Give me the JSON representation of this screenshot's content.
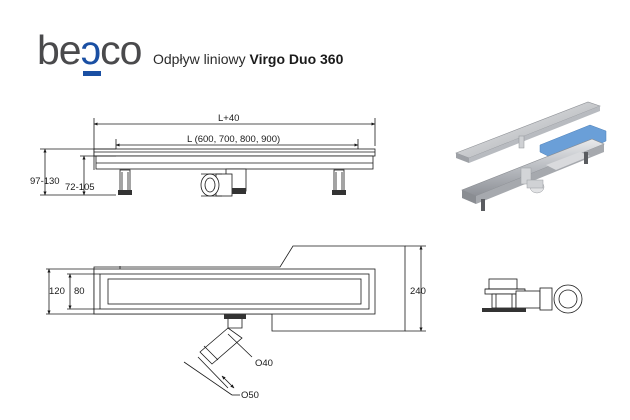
{
  "brand": {
    "name_part1": "be",
    "name_part2": "ɔ",
    "name_part3": "co",
    "accent_color": "#1a4fa3",
    "text_color": "#4a4a4c"
  },
  "header": {
    "subtitle": "Odpływ liniowy",
    "product": "Virgo Duo 360"
  },
  "side_view": {
    "overall_length": "L+40",
    "length_options": "L (600, 700, 800, 900)",
    "height_total": "97-130",
    "height_body": "72-105"
  },
  "top_view": {
    "outer_width": "120",
    "inner_width": "80",
    "overall_width": "240",
    "outlet_inner": "O40",
    "outlet_outer": "O50"
  }
}
